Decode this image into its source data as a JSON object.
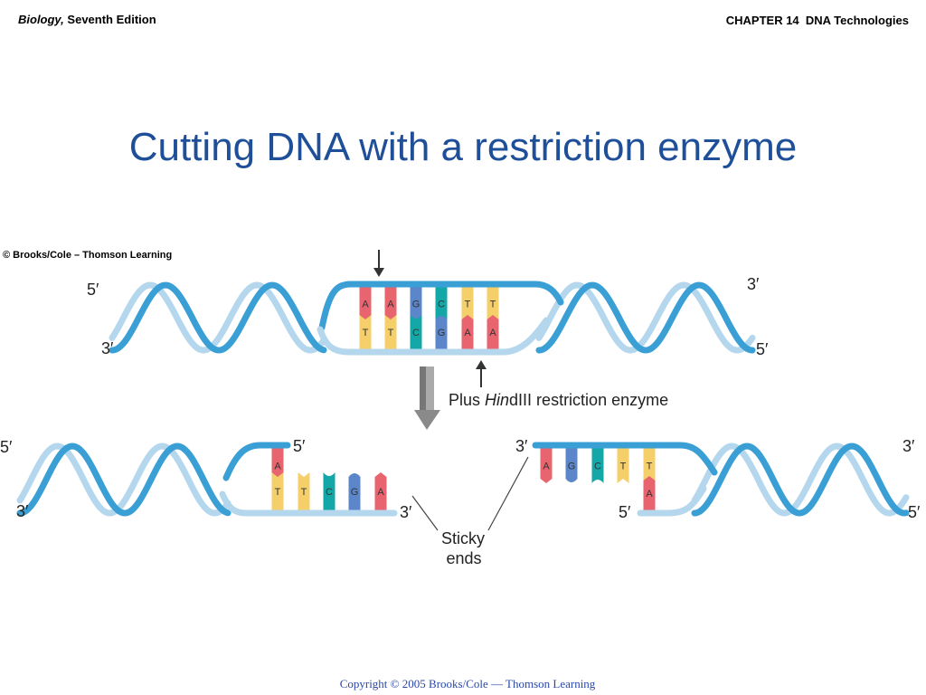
{
  "header": {
    "book_title": "Biology,",
    "edition": "Seventh Edition",
    "chapter": "CHAPTER 14  DNA Technologies"
  },
  "title": "Cutting DNA with a restriction enzyme",
  "credit": "© Brooks/Cole – Thomson Learning",
  "footer": "Copyright © 2005 Brooks/Cole — Thomson Learning",
  "diagram": {
    "top": {
      "label_5_left": "5′",
      "label_3_left": "3′",
      "label_3_right": "3′",
      "label_5_right": "5′",
      "top_bases": [
        "A",
        "A",
        "G",
        "C",
        "T",
        "T"
      ],
      "bottom_bases": [
        "T",
        "T",
        "C",
        "G",
        "A",
        "A"
      ]
    },
    "enzyme": {
      "prefix": "Plus ",
      "italic": "Hin",
      "suffix": "dIII restriction enzyme"
    },
    "left_fragment": {
      "label_5_left": "5′",
      "label_3_left": "3′",
      "label_5_right": "5′",
      "label_3_right": "3′",
      "top_base": "A",
      "bottom_bases": [
        "T",
        "T",
        "C",
        "G",
        "A"
      ]
    },
    "right_fragment": {
      "label_3_left": "3′",
      "label_5_left": "5′",
      "label_3_right": "3′",
      "label_5_right": "5′",
      "top_bases": [
        "A",
        "G",
        "C",
        "T",
        "T"
      ],
      "bottom_base": "A"
    },
    "sticky_ends": [
      "Sticky",
      "ends"
    ]
  },
  "colors": {
    "title": "#1f4f99",
    "strand_dark": "#3a9fd4",
    "strand_light": "#b5d7ee",
    "base_A": "#e8656f",
    "base_T": "#f5cf6a",
    "base_G": "#5b86c9",
    "base_C": "#13a7a7"
  }
}
